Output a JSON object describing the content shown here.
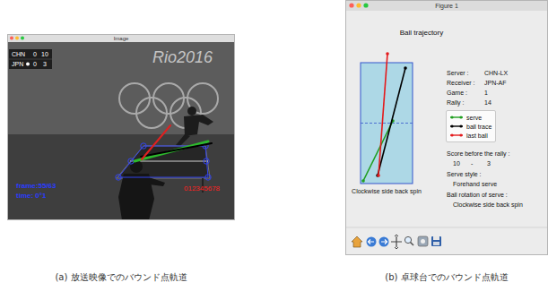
{
  "diagram": {
    "nodes": [
      {
        "text": [
          "Image"
        ]
      },
      {
        "text": [
          "Figure 1"
        ]
      }
    ],
    "labels": [
      "CHN",
      "0",
      "10",
      "JPN",
      "0",
      "3",
      "Rio2016",
      "frame:55/63",
      "time: 0°1",
      "012345678",
      "Ball trajectory",
      "Server :",
      "CHN-LX",
      "Receiver :",
      "JPN-AF",
      "Game :",
      "1",
      "Rally :",
      "14",
      "Score before the rally :",
      "10",
      "-",
      "3",
      "Serve style :",
      "Forehand serve",
      "Ball rotation of serve :",
      "Clockwise side back spin",
      "Clockwise side back spin",
      "(a) 放送映像でのバウンド点軌道",
      "(b) 卓球台でのバウンド点軌道"
    ],
    "legend": [
      {
        "text": "serve"
      },
      {
        "text": "ball trace"
      },
      {
        "text": "last ball"
      }
    ]
  }
}
